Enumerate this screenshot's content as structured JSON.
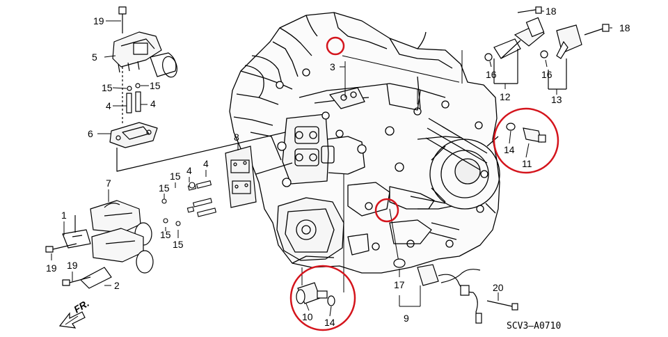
{
  "diagram": {
    "callouts": [
      {
        "id": "c19a",
        "label": "19"
      },
      {
        "id": "c5",
        "label": "5"
      },
      {
        "id": "c15a",
        "label": "15"
      },
      {
        "id": "c15b",
        "label": "15"
      },
      {
        "id": "c4a",
        "label": "4"
      },
      {
        "id": "c4b",
        "label": "4"
      },
      {
        "id": "c6",
        "label": "6"
      },
      {
        "id": "c3",
        "label": "3"
      },
      {
        "id": "c8",
        "label": "8"
      },
      {
        "id": "c15c",
        "label": "15"
      },
      {
        "id": "c4c",
        "label": "4"
      },
      {
        "id": "c4d",
        "label": "4"
      },
      {
        "id": "c7",
        "label": "7"
      },
      {
        "id": "c15d",
        "label": "15"
      },
      {
        "id": "c15e",
        "label": "15"
      },
      {
        "id": "c15f",
        "label": "15"
      },
      {
        "id": "c1",
        "label": "1"
      },
      {
        "id": "c19b",
        "label": "19"
      },
      {
        "id": "c19c",
        "label": "19"
      },
      {
        "id": "c2",
        "label": "2"
      },
      {
        "id": "c18a",
        "label": "18"
      },
      {
        "id": "c18b",
        "label": "18"
      },
      {
        "id": "c16a",
        "label": "16"
      },
      {
        "id": "c16b",
        "label": "16"
      },
      {
        "id": "c12",
        "label": "12"
      },
      {
        "id": "c13",
        "label": "13"
      },
      {
        "id": "c14a",
        "label": "14"
      },
      {
        "id": "c11",
        "label": "11"
      },
      {
        "id": "c10",
        "label": "10"
      },
      {
        "id": "c14b",
        "label": "14"
      },
      {
        "id": "c17",
        "label": "17"
      },
      {
        "id": "c9",
        "label": "9"
      },
      {
        "id": "c20",
        "label": "20"
      }
    ],
    "front_label": "FR.",
    "diagram_code": "SCV3—A0710",
    "highlight_color": "#d4141c",
    "line_color": "#000000"
  }
}
